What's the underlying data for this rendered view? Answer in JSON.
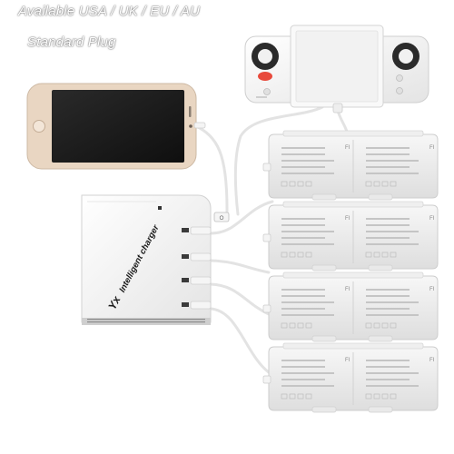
{
  "caption": {
    "line1": "Available USA / UK / EU / AU",
    "line2": "Standard Plug"
  },
  "charger": {
    "logo": "Yx",
    "label": "Intelligent charger",
    "port_count": 4
  },
  "batteries": {
    "count": 4,
    "brand_mark": "FI"
  },
  "icons": [
    "phone-icon",
    "remote-controller-icon",
    "charger-hub-icon",
    "usb-port-icon",
    "battery-icon"
  ],
  "colors": {
    "background": "#ffffff",
    "device": "#f2f2f2",
    "device_shadow": "#cfcfcf",
    "cable": "#e6e6e6",
    "phone_screen": "#1c1c1c",
    "phone_gold": "#e9d6c2",
    "record_button": "#e84a3c"
  }
}
